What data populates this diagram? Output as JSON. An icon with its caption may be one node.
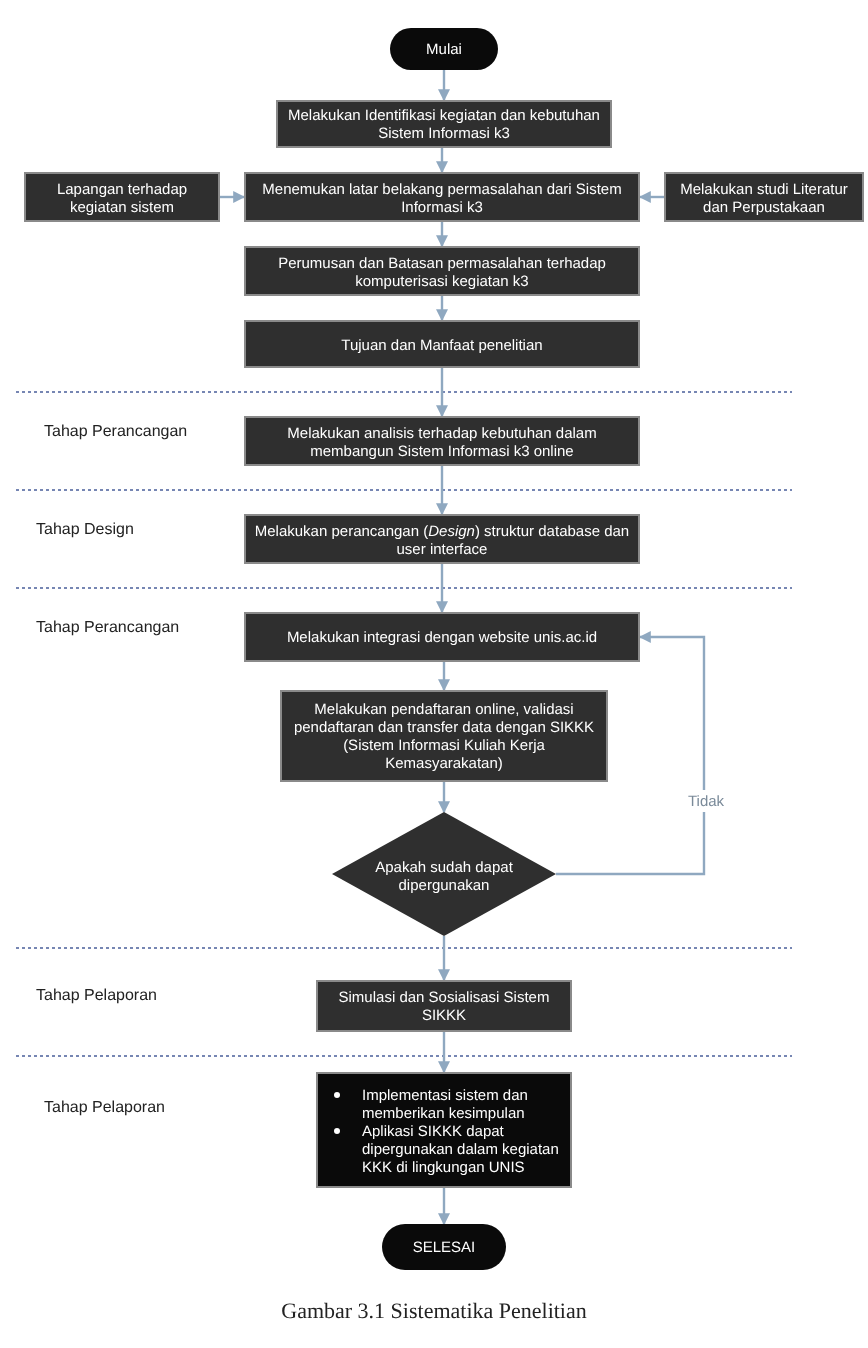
{
  "diagram": {
    "caption": "Gambar 3.1 Sistematika Penelitian",
    "nodes": [
      {
        "text": [
          "Mulai"
        ]
      },
      {
        "text": [
          "Melakukan Identifikasi kegiatan dan kebutuhan Sistem Informasi k3"
        ]
      },
      {
        "text": [
          "Lapangan terhadap kegiatan sistem"
        ]
      },
      {
        "text": [
          "Menemukan latar belakang permasalahan dari Sistem Informasi k3"
        ]
      },
      {
        "text": [
          "Melakukan studi Literatur dan Perpustakaan"
        ]
      },
      {
        "text": [
          "Perumusan dan Batasan permasalahan terhadap komputerisasi kegiatan k3"
        ]
      },
      {
        "text": [
          "Tujuan dan Manfaat penelitian"
        ]
      },
      {
        "text": [
          "Melakukan analisis terhadap kebutuhan dalam membangun Sistem Informasi k3 online"
        ]
      },
      {
        "text": [
          "Melakukan perancangan (*Design*) struktur database dan user interface"
        ]
      },
      {
        "text": [
          "Melakukan integrasi dengan website unis.ac.id"
        ]
      },
      {
        "text": [
          "Melakukan pendaftaran online, validasi pendaftaran dan transfer data dengan SIKKK (Sistem Informasi Kuliah Kerja Kemasyarakatan)"
        ]
      },
      {
        "text": [
          "Apakah sudah dapat dipergunakan"
        ]
      },
      {
        "text": [
          "Simulasi dan Sosialisasi Sistem SIKKK"
        ]
      },
      {
        "text": [
          "Implementasi sistem dan memberikan kesimpulan",
          "Aplikasi SIKKK dapat dipergunakan dalam kegiatan KKK di lingkungan UNIS"
        ]
      },
      {
        "text": [
          "SELESAI"
        ]
      }
    ],
    "edges": [
      {
        "from": 0,
        "to": 1,
        "arrow": "to"
      },
      {
        "from": 1,
        "to": 3,
        "arrow": "to"
      },
      {
        "from": 2,
        "to": 3,
        "arrow": "to"
      },
      {
        "from": 4,
        "to": 3,
        "arrow": "to"
      },
      {
        "from": 3,
        "to": 5,
        "arrow": "to"
      },
      {
        "from": 5,
        "to": 6,
        "arrow": "to"
      },
      {
        "from": 6,
        "to": 7,
        "arrow": "to"
      },
      {
        "from": 7,
        "to": 8,
        "arrow": "to"
      },
      {
        "from": 8,
        "to": 9,
        "arrow": "to"
      },
      {
        "from": 9,
        "to": 10,
        "arrow": "to"
      },
      {
        "from": 10,
        "to": 11,
        "arrow": "to"
      },
      {
        "from": 11,
        "to": 9,
        "arrow": "to",
        "label": "Tidak"
      },
      {
        "from": 11,
        "to": 12,
        "arrow": "to"
      },
      {
        "from": 12,
        "to": 13,
        "arrow": "to"
      },
      {
        "from": 13,
        "to": 14,
        "arrow": "to"
      }
    ],
    "labels": [
      "Tahap Perancangan",
      "Tahap Design",
      "Tahap Perancangan",
      "Tahap Pelaporan",
      "Tahap Pelaporan"
    ]
  }
}
